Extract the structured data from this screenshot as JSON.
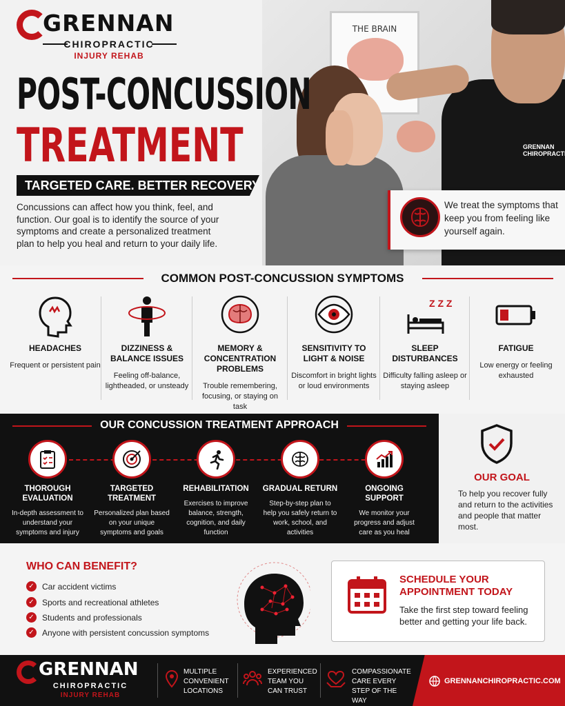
{
  "brand": {
    "name": "GRENNAN",
    "line1": "CHIROPRACTIC",
    "line2": "INJURY REHAB",
    "red": "#c2151b",
    "black": "#111111"
  },
  "hero": {
    "title_line1": "POST-CONCUSSION",
    "title_line2": "TREATMENT",
    "tagline": "TARGETED CARE. BETTER RECOVERY.",
    "intro": "Concussions can affect how you think, feel, and function. Our goal is to identify the source of your symptoms and create a personalized treatment plan to help you heal and return to your daily life.",
    "poster_text": "THE BRAIN",
    "shirt_logo": "GRENNAN CHIROPRACTIC",
    "callout": "We treat the symptoms that keep you from feeling like yourself again."
  },
  "symptoms": {
    "heading": "COMMON POST-CONCUSSION SYMPTOMS",
    "items": [
      {
        "icon": "headache-icon",
        "title": "HEADACHES",
        "desc": "Frequent or persistent pain"
      },
      {
        "icon": "dizziness-icon",
        "title": "DIZZINESS & BALANCE ISSUES",
        "desc": "Feeling off-balance, lightheaded, or unsteady"
      },
      {
        "icon": "brain-icon",
        "title": "MEMORY & CONCENTRATION PROBLEMS",
        "desc": "Trouble remembering, focusing, or staying on task"
      },
      {
        "icon": "eye-icon",
        "title": "SENSITIVITY TO LIGHT & NOISE",
        "desc": "Discomfort in bright lights or loud environments"
      },
      {
        "icon": "sleep-icon",
        "title": "SLEEP DISTURBANCES",
        "desc": "Difficulty falling asleep or staying asleep",
        "zzz": "Z Z Z"
      },
      {
        "icon": "low-battery-icon",
        "title": "FATIGUE",
        "desc": "Low energy or feeling exhausted"
      }
    ]
  },
  "approach": {
    "heading": "OUR CONCUSSION TREATMENT APPROACH",
    "steps": [
      {
        "icon": "clipboard-icon",
        "title": "THOROUGH EVALUATION",
        "desc": "In-depth assessment to understand your symptoms and injury"
      },
      {
        "icon": "target-icon",
        "title": "TARGETED TREATMENT",
        "desc": "Personalized plan based on your unique symptoms and goals"
      },
      {
        "icon": "runner-icon",
        "title": "REHABILITATION",
        "desc": "Exercises to improve balance, strength, cognition, and daily function"
      },
      {
        "icon": "brain-icon",
        "title": "GRADUAL RETURN",
        "desc": "Step-by-step plan to help you safely return to work, school, and activities"
      },
      {
        "icon": "chart-up-icon",
        "title": "ONGOING SUPPORT",
        "desc": "We monitor your progress and adjust care as you heal"
      }
    ]
  },
  "goal": {
    "title": "OUR GOAL",
    "text": "To help you recover fully and return to the activities and people that matter most."
  },
  "benefit": {
    "title": "WHO CAN BENEFIT?",
    "items": [
      "Car accident victims",
      "Sports and recreational athletes",
      "Students and professionals",
      "Anyone with persistent concussion symptoms"
    ]
  },
  "schedule": {
    "title": "SCHEDULE YOUR APPOINTMENT TODAY",
    "text": "Take the first step toward feeling better and getting your life back."
  },
  "footer": {
    "features": [
      {
        "icon": "location-pin-icon",
        "text": "MULTIPLE CONVENIENT LOCATIONS"
      },
      {
        "icon": "team-icon",
        "text": "EXPERIENCED TEAM YOU CAN TRUST"
      },
      {
        "icon": "heart-hands-icon",
        "text": "COMPASSIONATE CARE EVERY STEP OF THE WAY"
      }
    ],
    "website": "GRENNANCHIROPRACTIC.COM"
  }
}
